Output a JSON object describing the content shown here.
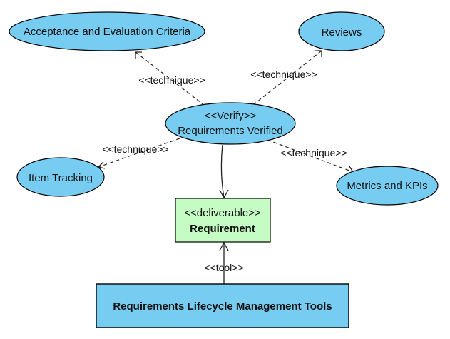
{
  "nodes": {
    "acceptance": {
      "label": "Acceptance and Evaluation Criteria"
    },
    "reviews": {
      "label": "Reviews"
    },
    "verify": {
      "stereotype": "<<Verify>>",
      "label": "Requirements Verified"
    },
    "item_tracking": {
      "label": "Item Tracking"
    },
    "metrics": {
      "label": "Metrics and KPIs"
    },
    "requirement": {
      "stereotype": "<<deliverable>>",
      "label": "Requirement"
    },
    "tools": {
      "label": "Requirements Lifecycle Management Tools"
    }
  },
  "edges": {
    "to_acceptance": {
      "label": "<<technique>>"
    },
    "to_reviews": {
      "label": "<<technique>>"
    },
    "to_item_tracking": {
      "label": "<<technique>>"
    },
    "to_metrics": {
      "label": "<<technique>>"
    },
    "to_requirement": {
      "label": ""
    },
    "tool_to_requirement": {
      "label": "<<tool>>"
    }
  },
  "colors": {
    "node_fill": "#77CCF1",
    "deliverable_fill": "#C4FCC4"
  }
}
